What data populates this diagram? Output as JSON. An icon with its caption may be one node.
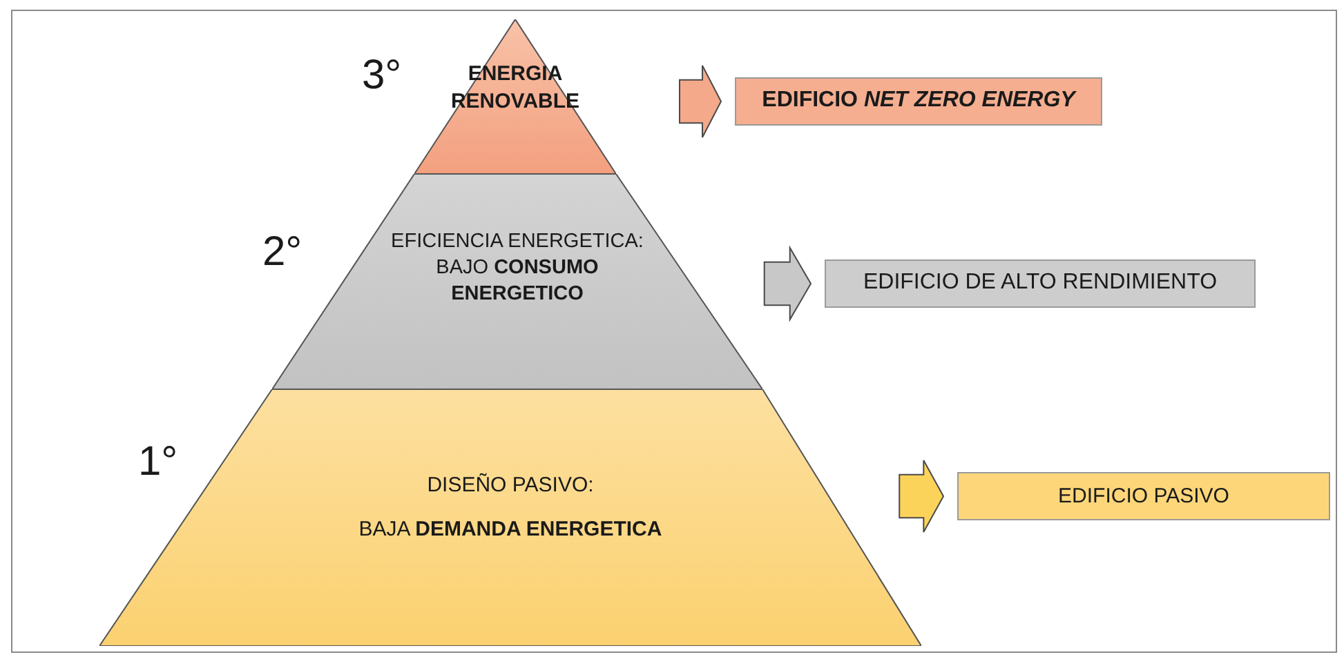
{
  "diagram": {
    "nodes": [
      {
        "text": [
          "ENERGIA RENOVABLE"
        ],
        "beside": [
          "3°"
        ]
      },
      {
        "text": [
          "EDIFICIO *NET ZERO ENERGY*"
        ]
      },
      {
        "text": [
          "EFICIENCIA ENERGETICA: BAJO **CONSUMO ENERGETICO**"
        ],
        "beside": [
          "2°"
        ]
      },
      {
        "text": [
          "EDIFICIO DE ALTO RENDIMIENTO"
        ]
      },
      {
        "text": [
          "DISEÑO PASIVO:",
          "BAJA **DEMANDA ENERGETICA**"
        ],
        "beside": [
          "1°"
        ]
      },
      {
        "text": [
          "EDIFICIO PASIVO"
        ]
      }
    ],
    "edges": [
      {
        "from": 0,
        "to": 1,
        "arrow": "to",
        "color": "#f4a98a"
      },
      {
        "from": 2,
        "to": 3,
        "arrow": "to",
        "color": "#c8c8c8"
      },
      {
        "from": 4,
        "to": 5,
        "arrow": "to",
        "color": "#fcd35a"
      }
    ]
  }
}
